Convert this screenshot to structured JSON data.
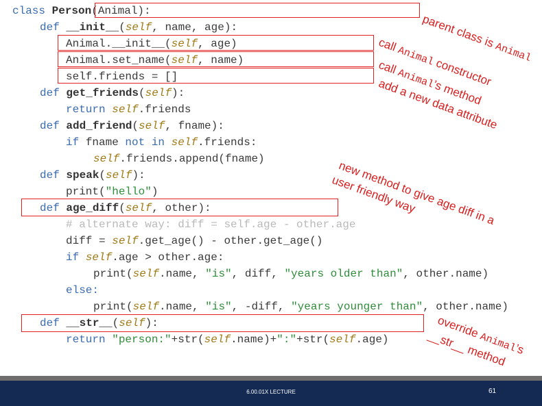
{
  "code": {
    "l1": [
      "class ",
      "Person",
      "(Animal):"
    ],
    "l2": [
      "def ",
      "__init__",
      "(",
      "self",
      ", name, age):"
    ],
    "l3": [
      "Animal.__init__(",
      "self",
      ", age)"
    ],
    "l4": [
      "Animal.set_name(",
      "self",
      ", name)"
    ],
    "l5": [
      "self.friends = []"
    ],
    "l6": [
      "def ",
      "get_friends",
      "(",
      "self",
      "):"
    ],
    "l7": [
      "return ",
      "self",
      ".friends"
    ],
    "l8": [
      "def ",
      "add_friend",
      "(",
      "self",
      ", fname):"
    ],
    "l9": [
      "if ",
      "fname ",
      "not in ",
      "self",
      ".friends:"
    ],
    "l10": [
      "self",
      ".friends.append(fname)"
    ],
    "l11": [
      "def ",
      "speak",
      "(",
      "self",
      "):"
    ],
    "l12": [
      "print(",
      "\"hello\"",
      ")"
    ],
    "l13": [
      "def ",
      "age_diff",
      "(",
      "self",
      ", other):"
    ],
    "l14": [
      "# alternate way: diff = self.age - other.age"
    ],
    "l15": [
      "diff = ",
      "self",
      ".get_age() - other.get_age()"
    ],
    "l16": [
      "if ",
      "self",
      ".age > other.age:"
    ],
    "l17": [
      "print(",
      "self",
      ".name, ",
      "\"is\"",
      ", diff, ",
      "\"years older than\"",
      ", other.name)"
    ],
    "l18": [
      "else:"
    ],
    "l19": [
      "print(",
      "self",
      ".name, ",
      "\"is\"",
      ", -diff, ",
      "\"years younger than\"",
      ", other.name)"
    ],
    "l20": [
      "def ",
      "__str__",
      "(",
      "self",
      "):"
    ],
    "l21": [
      "return ",
      "\"person:\"",
      "+str(",
      "self",
      ".name)+",
      "\":\"",
      "+str(",
      "self",
      ".age)"
    ]
  },
  "annotations": {
    "parent": [
      "parent class is ",
      "Animal"
    ],
    "constructor": [
      "call ",
      "Animal",
      " constructor"
    ],
    "method": [
      "call ",
      "Animal",
      "’s method"
    ],
    "attribute": "add a new data attribute",
    "newmethod_1": "new method to give age diff in a",
    "newmethod_2": "user friendly way",
    "override_1": [
      "override ",
      "Animal",
      "’s"
    ],
    "override_2": "__str__ method"
  },
  "footer": {
    "label": "6.00.01X LECTURE",
    "page": "61"
  },
  "colors": {
    "keyword": "#3b6bb0",
    "self": "#a07a16",
    "string": "#2f8c3a",
    "comment": "#b9b9b9",
    "annotation": "#d81e1e",
    "footer_bg": "#142a52"
  }
}
